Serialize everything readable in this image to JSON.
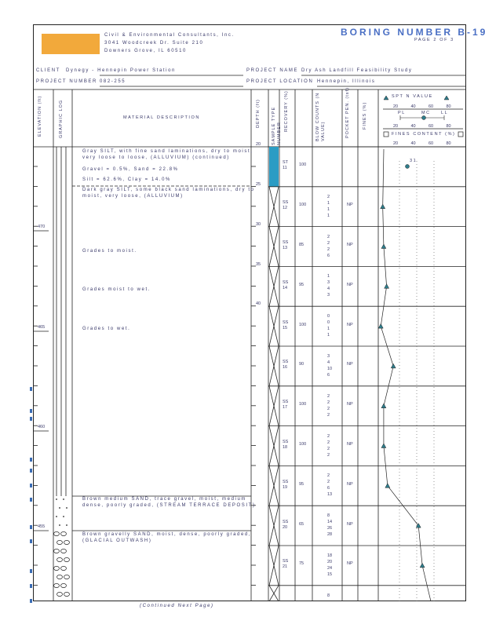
{
  "company": {
    "logo_color": "#f2a93b",
    "name": "Civil & Environmental Consultants, Inc.",
    "addr1": "3041 Woodcreek Dr. Suite 210",
    "addr2": "Downers Grove, IL 60510"
  },
  "boring": {
    "title": "BORING NUMBER B-19",
    "page": "PAGE 2 OF 3"
  },
  "client": {
    "label": "CLIENT",
    "value": "Dynegy - Hennepin Power Station"
  },
  "project_number": {
    "label": "PROJECT NUMBER",
    "value": "082-255"
  },
  "project_name": {
    "label": "PROJECT NAME",
    "value": "Dry Ash Landfill Feasibility Study"
  },
  "project_location": {
    "label": "PROJECT LOCATION",
    "value": "Hennepin, Illinois"
  },
  "headers": {
    "elevation": "ELEVATION (ft)",
    "graphic": "GRAPHIC LOG",
    "material": "MATERIAL DESCRIPTION",
    "depth": "DEPTH (ft)",
    "sample": "SAMPLE TYPE NUMBER",
    "recovery": "RECOVERY (%)",
    "blow": "BLOW COUNTS (N VALUE)",
    "pen": "POCKET PEN. (tsf)",
    "fines": "FINES (%)",
    "spt": "SPT N VALUE",
    "pl": "PL",
    "mc": "MC",
    "ll": "LL",
    "fines_content": "FINES CONTENT (%)",
    "scale": [
      "20",
      "40",
      "60",
      "80"
    ]
  },
  "depth_marks": [
    "20",
    "25",
    "30",
    "35",
    "40"
  ],
  "elev_marks": [
    "470",
    "465",
    "460",
    "455"
  ],
  "descriptions": [
    "Gray SILT, with fine sand laminations, dry to moist,",
    "very loose to loose, (ALLUVIUM) (continued)",
    "Gravel = 0.5%, Sand = 22.8%",
    "Silt = 62.6%, Clay = 14.0%",
    "Dark gray SILT, some black sand laminations, dry to",
    "moist, very loose, (ALLUVIUM)",
    "Grades to moist.",
    "Grades moist to wet.",
    "Grades to wet.",
    "Brown medium SAND, trace gravel, moist, medium",
    "dense, poorly graded, (STREAM TERRACE DEPOSIT)",
    "Brown gravelly SAND, moist, dense, poorly graded,",
    "(GLACIAL OUTWASH)"
  ],
  "samples": [
    {
      "id": "ST 11",
      "rec": "100",
      "blows": [],
      "fines": ""
    },
    {
      "id": "SS 12",
      "rec": "100",
      "blows": [
        "2",
        "1",
        "1",
        "1"
      ],
      "fines": "NP"
    },
    {
      "id": "SS 13",
      "rec": "85",
      "blows": [
        "2",
        "2",
        "2",
        "6"
      ],
      "fines": "NP"
    },
    {
      "id": "SS 14",
      "rec": "95",
      "blows": [
        "1",
        "3",
        "4",
        "3"
      ],
      "fines": "NP"
    },
    {
      "id": "SS 15",
      "rec": "100",
      "blows": [
        "0",
        "0",
        "1",
        "1"
      ],
      "fines": "NP"
    },
    {
      "id": "SS 16",
      "rec": "90",
      "blows": [
        "3",
        "4",
        "10",
        "6"
      ],
      "fines": "NP"
    },
    {
      "id": "SS 17",
      "rec": "100",
      "blows": [
        "2",
        "2",
        "2",
        "2"
      ],
      "fines": "NP"
    },
    {
      "id": "SS 18",
      "rec": "100",
      "blows": [
        "2",
        "2",
        "2",
        "2"
      ],
      "fines": "NP"
    },
    {
      "id": "SS 19",
      "rec": "95",
      "blows": [
        "2",
        "2",
        "6",
        "13"
      ],
      "fines": "NP"
    },
    {
      "id": "SS 20",
      "rec": "65",
      "blows": [
        "8",
        "14",
        "26",
        "28"
      ],
      "fines": "NP"
    },
    {
      "id": "SS 21",
      "rec": "75",
      "blows": [
        "18",
        "20",
        "24",
        "15"
      ],
      "fines": "NP"
    },
    {
      "id": "",
      "rec": "",
      "blows": [
        "8"
      ],
      "fines": ""
    }
  ],
  "spt_n_values": [
    3,
    4,
    7,
    1,
    14,
    4,
    4,
    8,
    40,
    44
  ],
  "moisture_value": "31",
  "footer": "(Continued Next Page)",
  "colors": {
    "ink": "#3a3a6a",
    "title": "#4a6fc4",
    "sample_fill": "#2b9cc4",
    "marker": "#2e7d8c"
  }
}
